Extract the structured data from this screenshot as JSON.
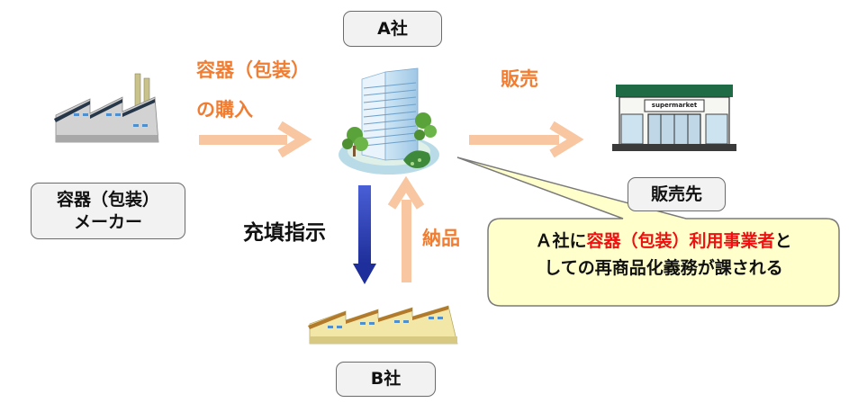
{
  "company_a": "A社",
  "company_b": "B社",
  "maker_line1": "容器（包装）",
  "maker_line2": "メーカー",
  "purchase_line1": "容器（包装）",
  "purchase_line2": "の購入",
  "sales": "販売",
  "customer": "販売先",
  "fill_instruction": "充填指示",
  "delivery": "納品",
  "supermarket_sign": "supermarket",
  "callout": {
    "part1": "Ａ社に",
    "part2_red": "容器（包装）利用事業者",
    "part3": "と",
    "line2": "しての再商品化義務が課される"
  },
  "colors": {
    "orange": "#f07d31",
    "arrow_light_orange": "#f8c6a1",
    "blue_arrow": "#3344bb",
    "callout_fill": "#ffffcc",
    "red": "#ee1111"
  }
}
